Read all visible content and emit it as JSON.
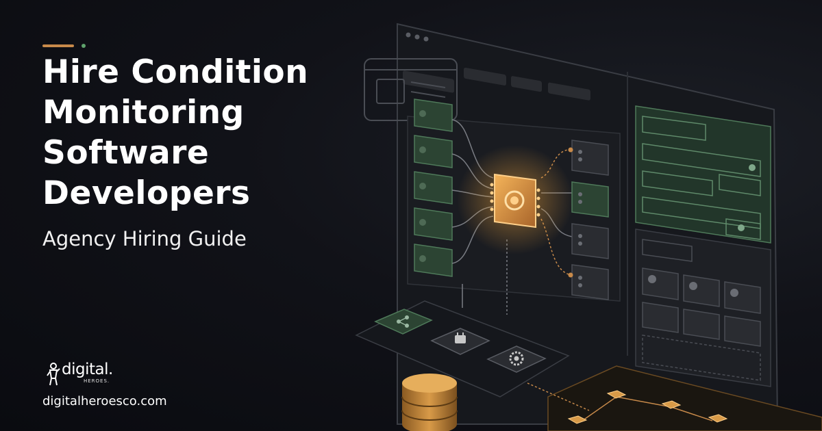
{
  "hero": {
    "title_lines": [
      "Hire Condition",
      "Monitoring",
      "Software",
      "Developers"
    ],
    "subtitle": "Agency Hiring Guide"
  },
  "brand": {
    "name": "digital.",
    "sub": "HEROES.",
    "website": "digitalheroesco.com"
  },
  "colors": {
    "background": "#0b0c12",
    "accent_orange": "#c88a4a",
    "accent_green": "#5fa26c",
    "panel_green": "#2c4433",
    "chip_glow": "#f0a53c"
  },
  "icons": {
    "decorations": [
      "window-icon",
      "share-icon",
      "plug-icon",
      "gear-icon",
      "database-icon",
      "processor-chip-icon"
    ]
  }
}
